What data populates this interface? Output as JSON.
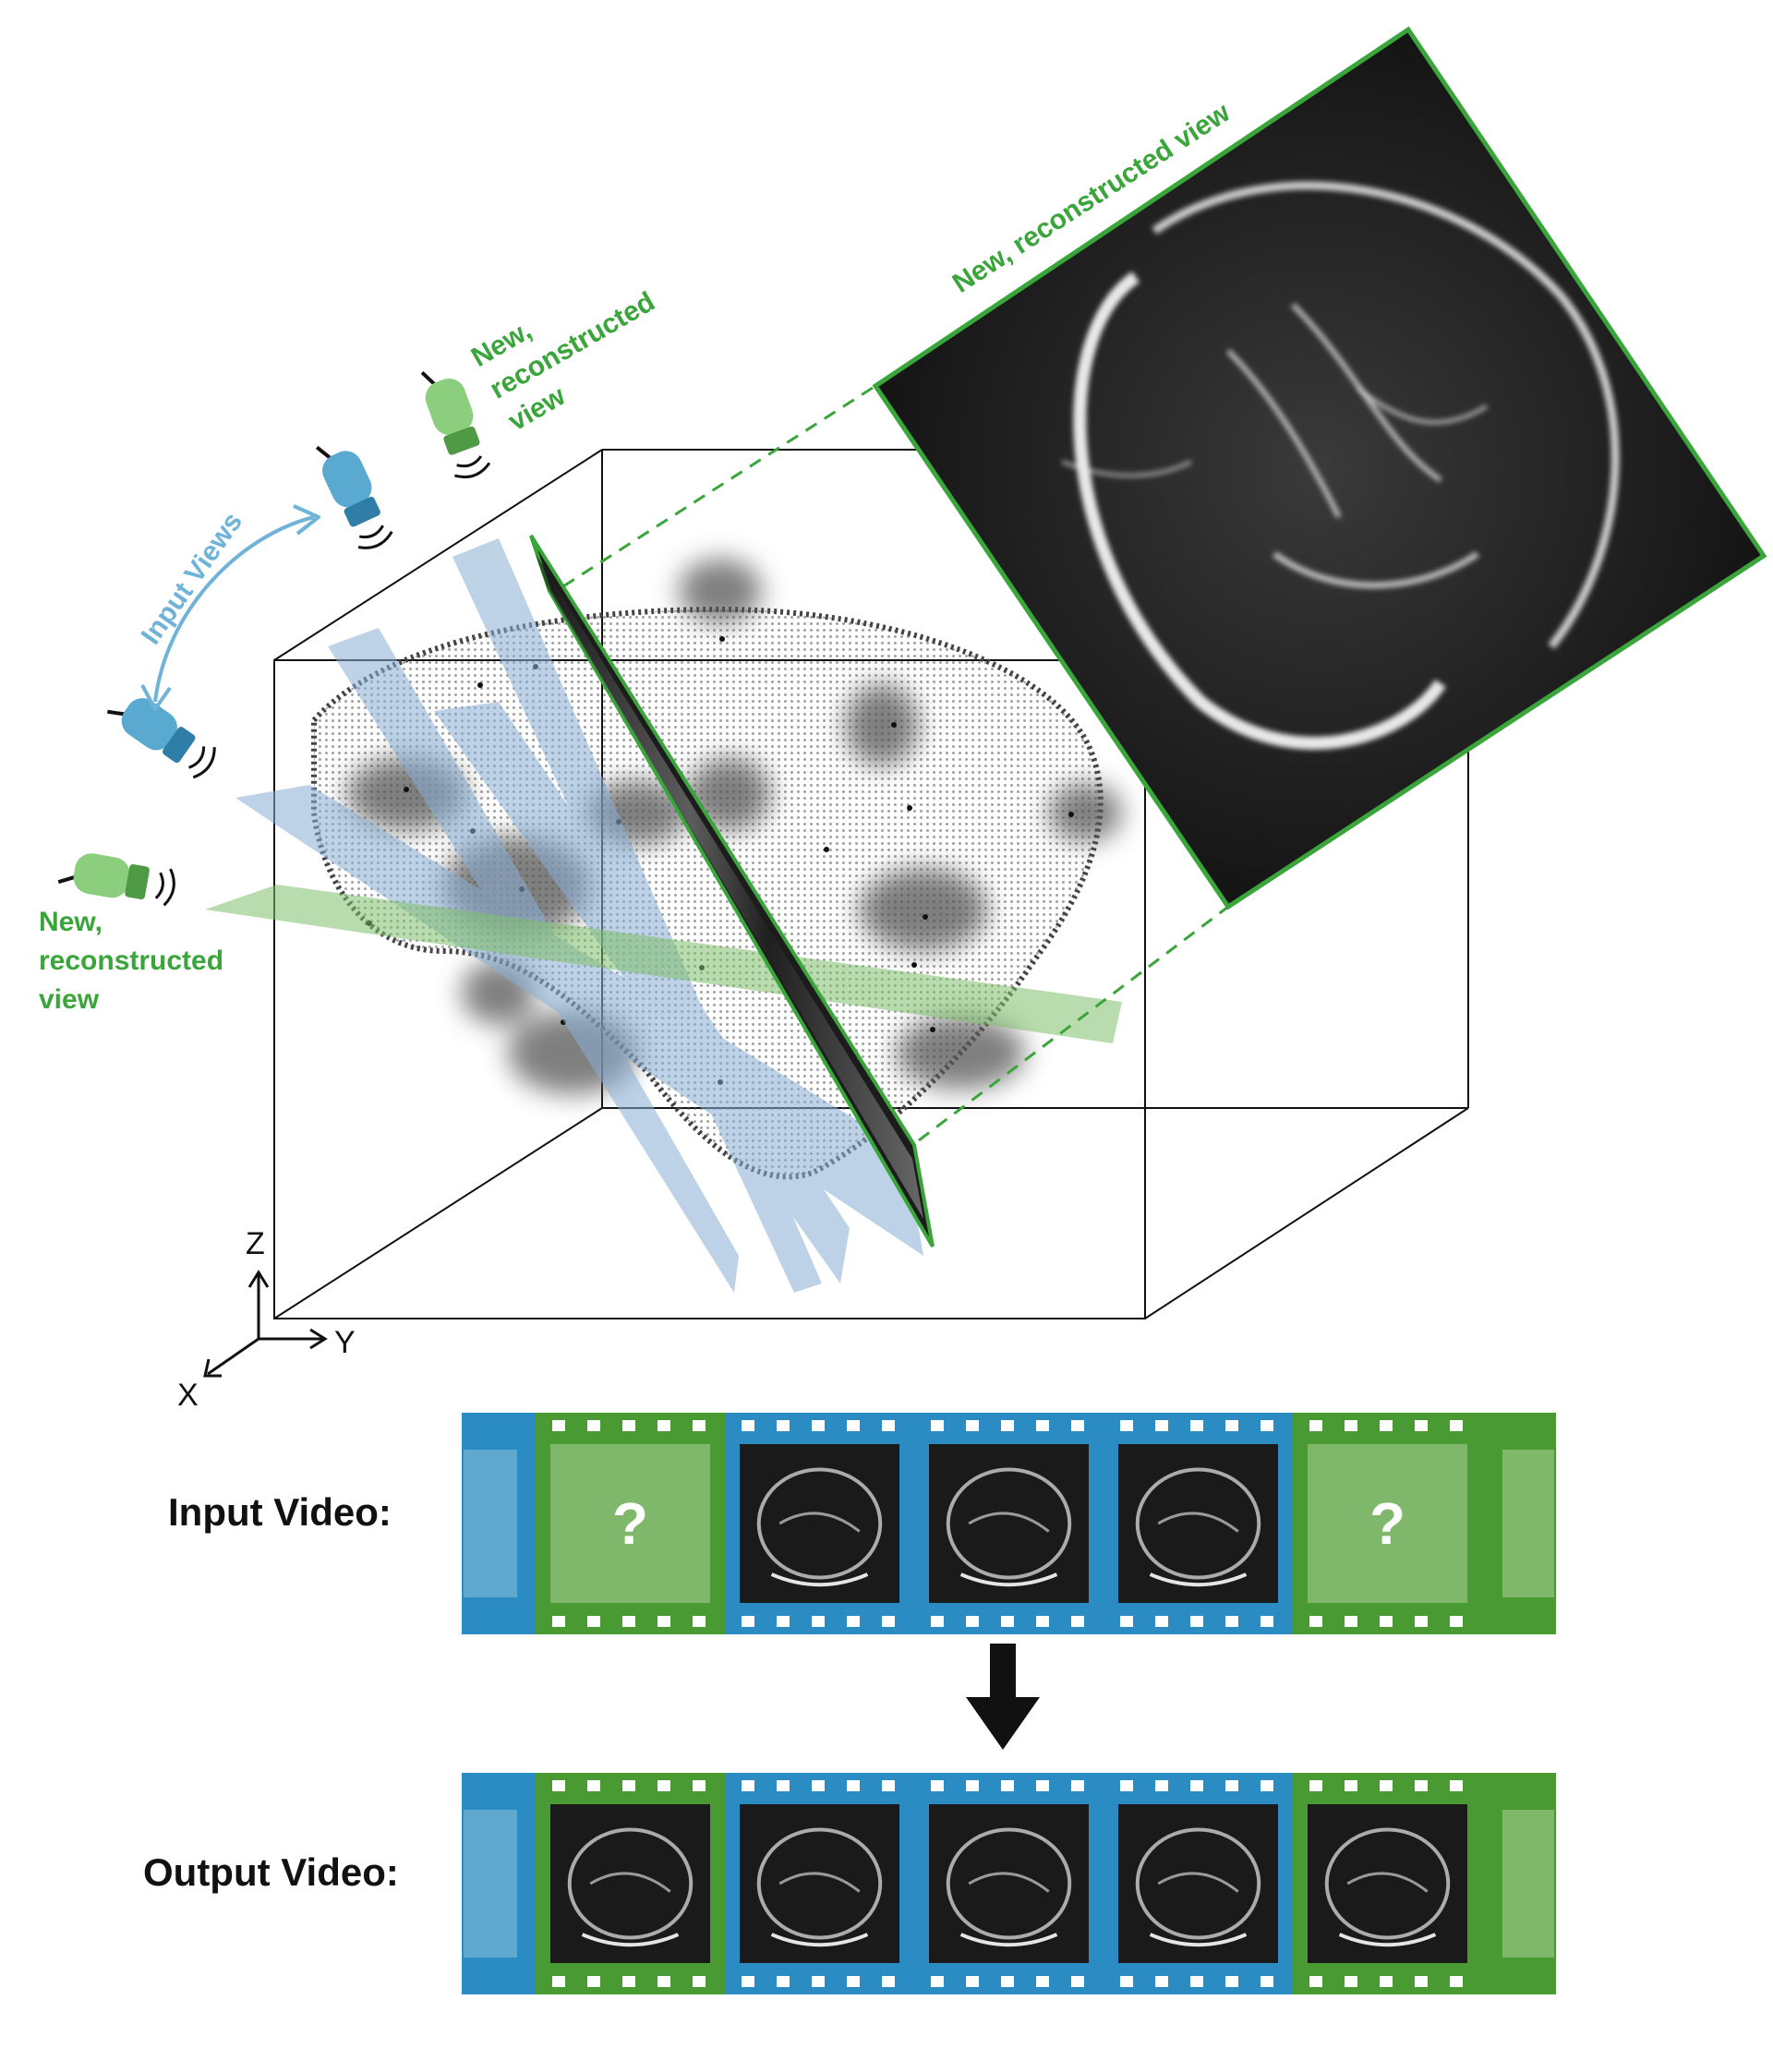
{
  "colors": {
    "green": "#3aa53a",
    "green_frame": "#4a9a34",
    "green_light": "#7fb86a",
    "blue": "#2b8cc4",
    "blue_light": "#5fa9cf",
    "blue_plane": "#a9c2dd",
    "probe_blue": "#5aa9d0",
    "probe_green": "#86c97a"
  },
  "labels": {
    "top_right_view": "New, reconstructed view",
    "probe_new_top": [
      "New,",
      "reconstructed",
      "view"
    ],
    "probe_new_left": [
      "New,",
      "reconstructed",
      "view"
    ],
    "input_views": "Input Views"
  },
  "axes": {
    "x": "X",
    "y": "Y",
    "z": "Z"
  },
  "icons": [
    "ultrasound-probe-icon",
    "sound-wave-icon",
    "arrow-down-icon",
    "question-mark-icon"
  ],
  "input_video": {
    "label": "Input Video:",
    "frames": [
      {
        "type": "placeholder",
        "text": "?",
        "color": "green"
      },
      {
        "type": "image",
        "color": "blue"
      },
      {
        "type": "image",
        "color": "blue"
      },
      {
        "type": "image",
        "color": "blue"
      },
      {
        "type": "placeholder",
        "text": "?",
        "color": "green"
      }
    ]
  },
  "output_video": {
    "label": "Output Video:",
    "frames": [
      {
        "type": "image",
        "color": "green"
      },
      {
        "type": "image",
        "color": "blue"
      },
      {
        "type": "image",
        "color": "blue"
      },
      {
        "type": "image",
        "color": "blue"
      },
      {
        "type": "image",
        "color": "green"
      }
    ]
  }
}
